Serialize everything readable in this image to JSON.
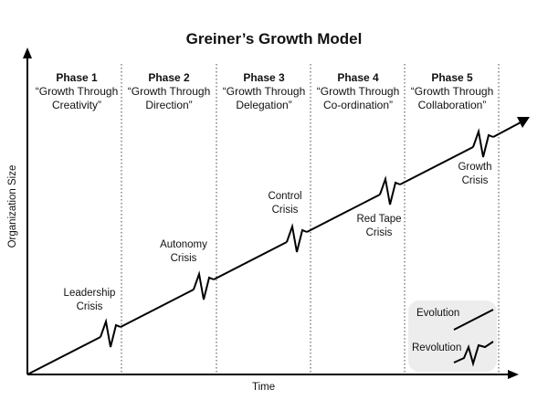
{
  "title": "Greiner’s Growth Model",
  "axes": {
    "y_label": "Organization Size",
    "x_label": "Time"
  },
  "phases": [
    {
      "name": "Phase 1",
      "subtitle_line1": "“Growth Through",
      "subtitle_line2": "Creativity”"
    },
    {
      "name": "Phase 2",
      "subtitle_line1": "“Growth Through",
      "subtitle_line2": "Direction”"
    },
    {
      "name": "Phase 3",
      "subtitle_line1": "“Growth Through",
      "subtitle_line2": "Delegation”"
    },
    {
      "name": "Phase 4",
      "subtitle_line1": "“Growth Through",
      "subtitle_line2": "Co-ordination”"
    },
    {
      "name": "Phase 5",
      "subtitle_line1": "“Growth Through",
      "subtitle_line2": "Collaboration”"
    }
  ],
  "crises": [
    {
      "line1": "Leadership",
      "line2": "Crisis"
    },
    {
      "line1": "Autonomy",
      "line2": "Crisis"
    },
    {
      "line1": "Control",
      "line2": "Crisis"
    },
    {
      "line1": "Red Tape",
      "line2": "Crisis"
    },
    {
      "line1": "Growth",
      "line2": "Crisis"
    }
  ],
  "legend": {
    "evolution": "Evolution",
    "revolution": "Revolution"
  }
}
